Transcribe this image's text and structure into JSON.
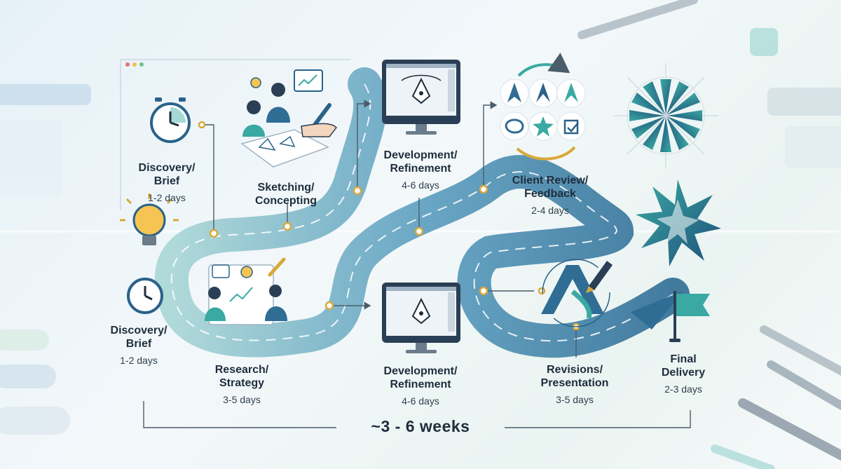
{
  "stages": [
    {
      "title": "Discovery/\nBrief",
      "duration": "1-2 days"
    },
    {
      "title": "Sketching/\nConcepting",
      "duration": ""
    },
    {
      "title": "Development/\nRefinement",
      "duration": "4-6 days"
    },
    {
      "title": "Client Review/\nFeedback",
      "duration": "2-4 days"
    },
    {
      "title": "Discovery/\nBrief",
      "duration": "1-2 days"
    },
    {
      "title": "Research/\nStrategy",
      "duration": "3-5 days"
    },
    {
      "title": "Development/\nRefinement",
      "duration": "4-6 days"
    },
    {
      "title": "Revisions/\nPresentation",
      "duration": "3-5 days"
    },
    {
      "title": "Final\nDelivery",
      "duration": "2-3 days"
    }
  ],
  "total_duration": "~3 - 6 weeks",
  "colors": {
    "road_dark": "#2f6d95",
    "road_light": "#a9d6d6",
    "accent_teal": "#3aa9a3",
    "accent_gold": "#d9a83a",
    "text": "#1e2d3d"
  },
  "icons": [
    "clock-icon",
    "lightbulb-icon",
    "team-sketching-icon",
    "monitor-pen-tool-icon",
    "logo-variants-icon",
    "starburst-logo-icon",
    "pen-logo-icon",
    "flag-icon"
  ]
}
